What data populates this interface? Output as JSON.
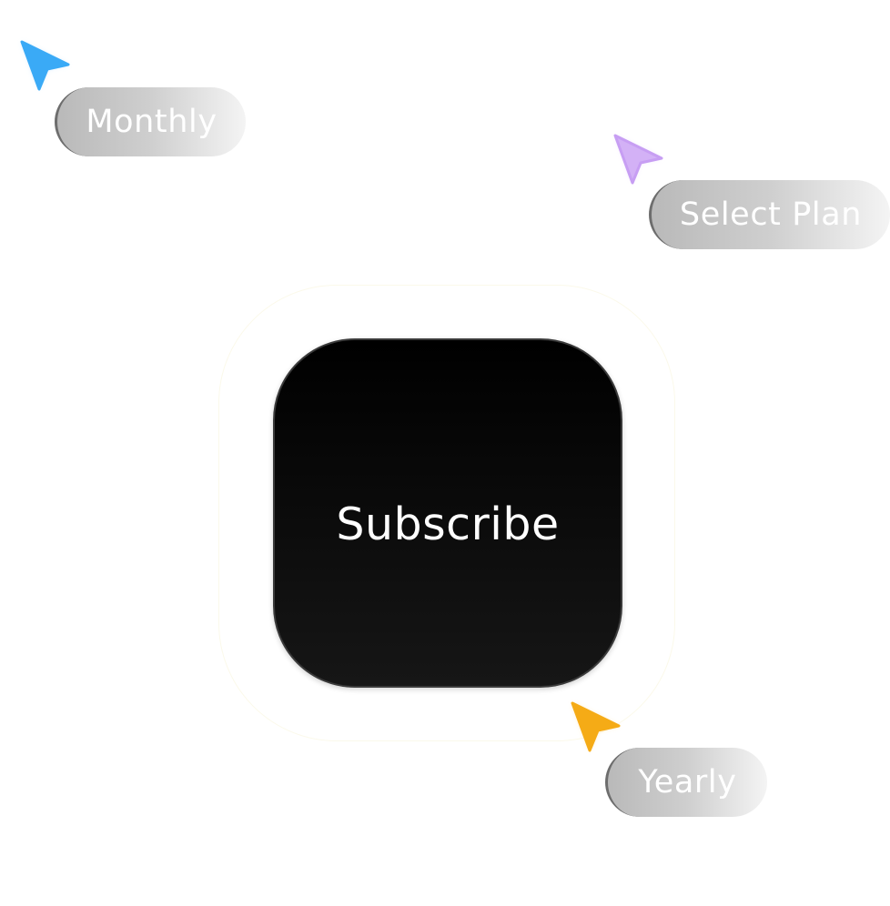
{
  "main": {
    "subscribe_label": "Subscribe"
  },
  "cursors": [
    {
      "label": "Monthly",
      "color": "#3aaaf6",
      "icon": "arrow-cursor-icon"
    },
    {
      "label": "Select Plan",
      "color": "#d3b1f6",
      "icon": "arrow-cursor-icon"
    },
    {
      "label": "Yearly",
      "color": "#f5ab16",
      "icon": "arrow-cursor-icon"
    }
  ],
  "colors": {
    "button_background": "#000000",
    "button_text": "#ffffff",
    "pill_text": "#ffffff",
    "pill_gradient_start": "#b9b9b9",
    "pill_gradient_end": "#f4f4f4"
  }
}
